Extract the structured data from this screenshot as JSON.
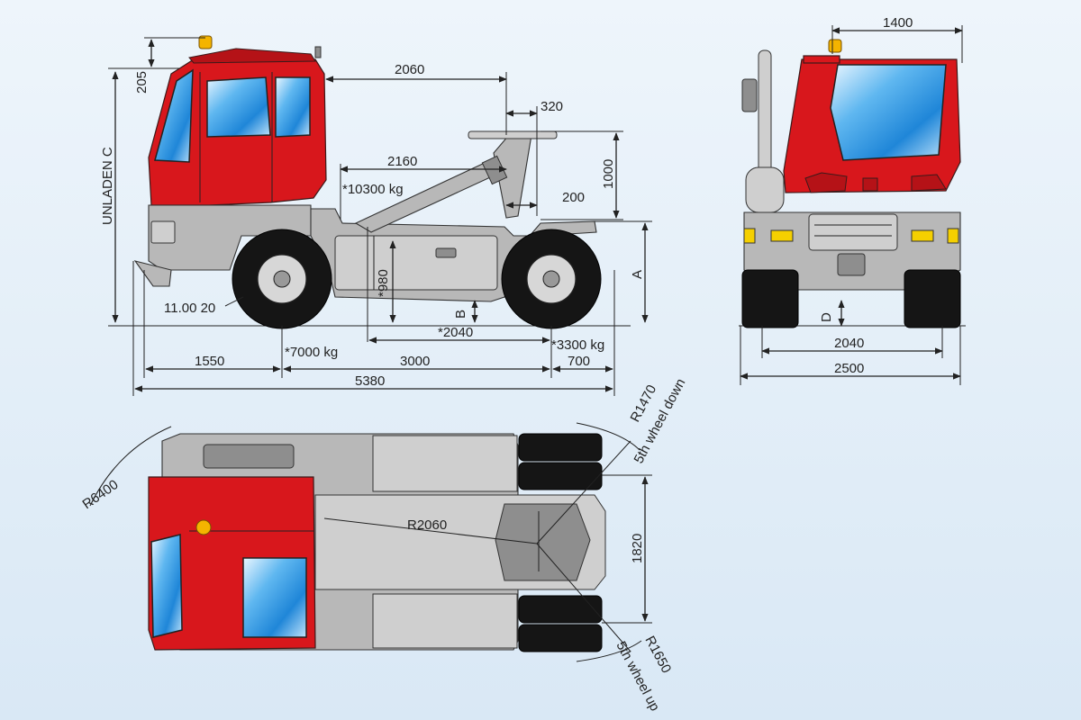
{
  "dimensions": {
    "side_view": {
      "d205": "205",
      "d2060": "2060",
      "d320": "320",
      "d1000": "1000",
      "d2160": "2160",
      "load_10300": "*10300 kg",
      "d200": "200",
      "unladen_c": "UNLADEN C",
      "tyre_size": "11.00 20",
      "d980": "*980",
      "label_a": "A",
      "label_b": "B",
      "d2040_star": "*2040",
      "load_7000": "*7000 kg",
      "load_3300": "*3300 kg",
      "d1550": "1550",
      "d3000": "3000",
      "d700": "700",
      "d5380": "5380"
    },
    "rear_view": {
      "d1400": "1400",
      "label_d": "D",
      "d2040": "2040",
      "d2500": "2500"
    },
    "top_view": {
      "r6400": "R6400",
      "r2060": "R2060",
      "r1470": "R1470",
      "fifth_wheel_down": "5th wheel down",
      "d1820": "1820",
      "r1650": "R1650",
      "fifth_wheel_up": "5th wheel up"
    }
  },
  "colors": {
    "cab_red": "#d8171c",
    "chassis_grey": "#b8b8b8",
    "tyre_black": "#151515",
    "glass_blue": "#3aa0e8",
    "beacon_amber": "#f4b400",
    "background": "#e3eef8"
  }
}
